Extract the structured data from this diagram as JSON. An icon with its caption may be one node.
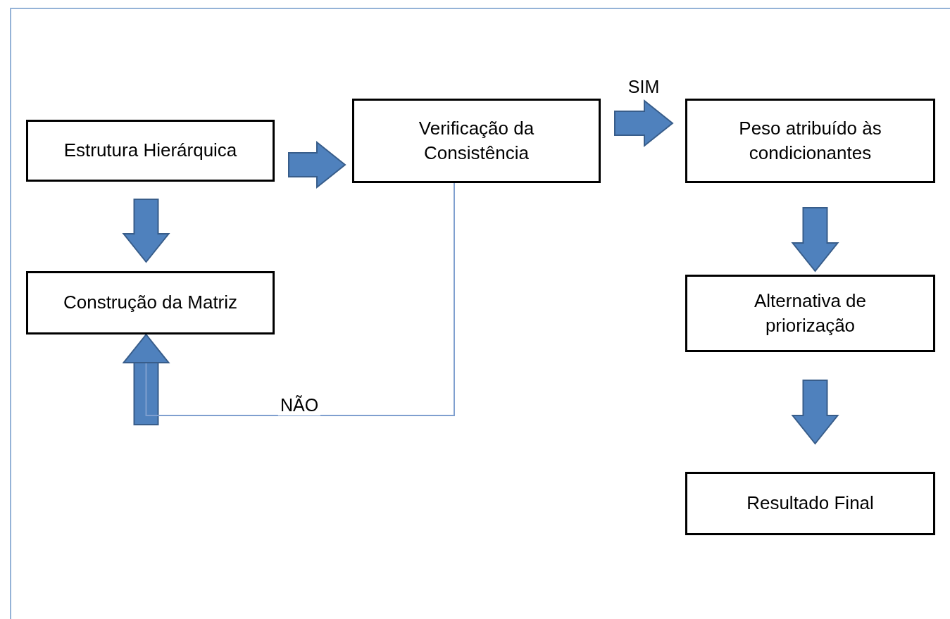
{
  "diagram": {
    "nodes": [
      {
        "text": [
          "Estrutura Hierárquica"
        ]
      },
      {
        "text": [
          "Verificação da Consistência"
        ]
      },
      {
        "text": [
          "Peso atribuído às condicionantes"
        ]
      },
      {
        "text": [
          "Construção da Matriz"
        ]
      },
      {
        "text": [
          "Alternativa de priorização"
        ]
      },
      {
        "text": [
          "Resultado Final"
        ]
      }
    ],
    "edges": [
      {
        "from": 0,
        "to": 1,
        "arrow": "to"
      },
      {
        "from": 1,
        "to": 2,
        "arrow": "to",
        "label": "SIM"
      },
      {
        "from": 0,
        "to": 3,
        "arrow": "to"
      },
      {
        "from": 1,
        "to": 3,
        "arrow": "to",
        "label": "NÃO"
      },
      {
        "from": 2,
        "to": 4,
        "arrow": "to"
      },
      {
        "from": 4,
        "to": 5,
        "arrow": "to"
      }
    ]
  }
}
